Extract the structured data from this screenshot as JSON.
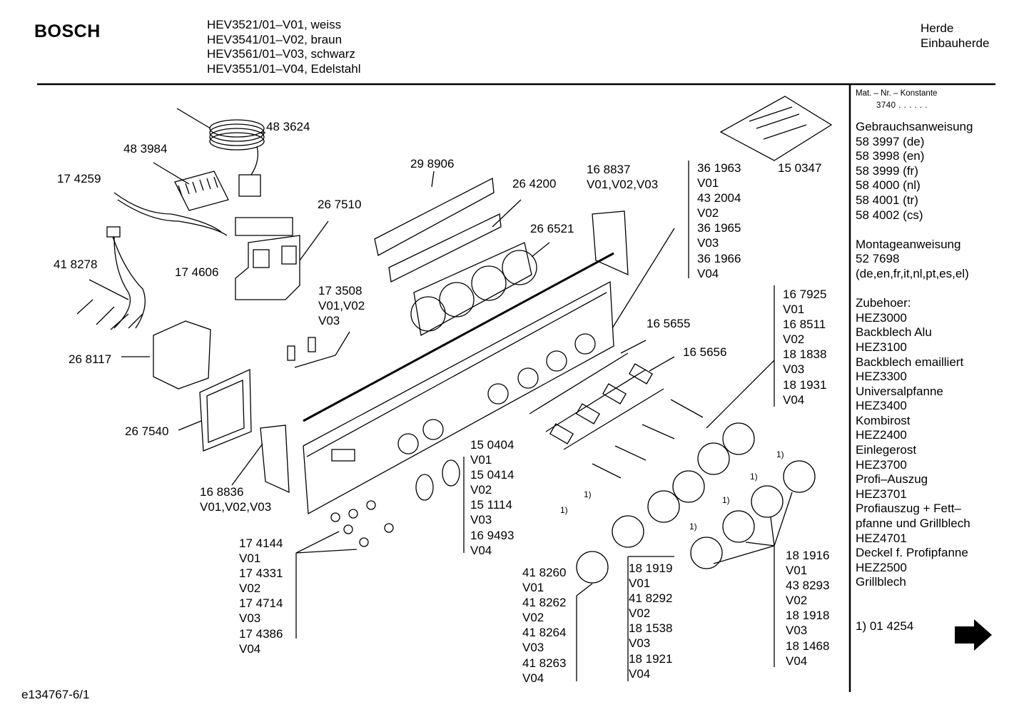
{
  "header": {
    "brand": "BOSCH",
    "models": [
      "HEV3521/01–V01, weiss",
      "HEV3541/01–V02, braun",
      "HEV3561/01–V03, schwarz",
      "HEV3551/01–V04, Edelstahl"
    ],
    "category": [
      "Herde",
      "Einbauherde"
    ]
  },
  "sidebar": {
    "mat_header": "Mat. – Nr. – Konstante",
    "mat_value": "3740 . . . . . .",
    "lines": [
      "Gebrauchsanweisung",
      "58 3997 (de)",
      "58 3998 (en)",
      "58 3999 (fr)",
      "58 4000 (nl)",
      "58 4001 (tr)",
      "58 4002 (cs)",
      "",
      "Montageanweisung",
      "52 7698",
      "(de,en,fr,it,nl,pt,es,el)",
      "",
      "Zubehoer:",
      "HEZ3000",
      "Backblech Alu",
      "HEZ3100",
      "Backblech emailliert",
      "HEZ3300",
      "Universalpfanne",
      "HEZ3400",
      "Kombirost",
      "HEZ2400",
      "Einlegerost",
      "HEZ3700",
      "Profi–Auszug",
      "HEZ3701",
      "Profiauszug + Fett–",
      "pfanne und Grillblech",
      "HEZ4701",
      "Deckel f. Profipfanne",
      "HEZ2500",
      "Grillblech"
    ],
    "note": "1) 01 4254"
  },
  "footer": {
    "drawing_id": "e134767-6/1"
  },
  "parts": {
    "p483624": "48 3624",
    "p483984": "48 3984",
    "p174259": "17 4259",
    "p267510": "26 7510",
    "p174606": "17 4606",
    "p418278": "41 8278",
    "p268117": "26 8117",
    "p267540": "26 7540",
    "p298906": "29 8906",
    "p264200": "26 4200",
    "p266521": "26 6521",
    "p165655": "16 5655",
    "p165656": "16 5656",
    "p150347": "15 0347",
    "p168837": [
      "16 8837",
      "V01,V02,V03"
    ],
    "p168836": [
      "16 8836",
      "V01,V02,V03"
    ],
    "p173508": [
      "17 3508",
      "V01,V02",
      "V03"
    ],
    "p361963": [
      "36 1963",
      "V01",
      "43 2004",
      "V02",
      "36 1965",
      "V03",
      "36 1966",
      "V04"
    ],
    "p167925": [
      "16 7925",
      "V01",
      "16 8511",
      "V02",
      "18 1838",
      "V03",
      "18 1931",
      "V04"
    ],
    "p150404": [
      "15 0404",
      "V01",
      "15 0414",
      "V02",
      "15 1114",
      "V03",
      "16 9493",
      "V04"
    ],
    "p174144": [
      "17 4144",
      "V01",
      "17 4331",
      "V02",
      "17 4714",
      "V03",
      "17 4386",
      "V04"
    ],
    "p418260": [
      "41 8260",
      "V01",
      "41 8262",
      "V02",
      "41 8264",
      "V03",
      "41 8263",
      "V04"
    ],
    "p181919": [
      "18 1919",
      "V01",
      "41 8292",
      "V02",
      "18 1538",
      "V03",
      "18 1921",
      "V04"
    ],
    "p181916": [
      "18 1916",
      "V01",
      "43 8293",
      "V02",
      "18 1918",
      "V03",
      "18 1468",
      "V04"
    ],
    "footnote_marker": "1)"
  }
}
